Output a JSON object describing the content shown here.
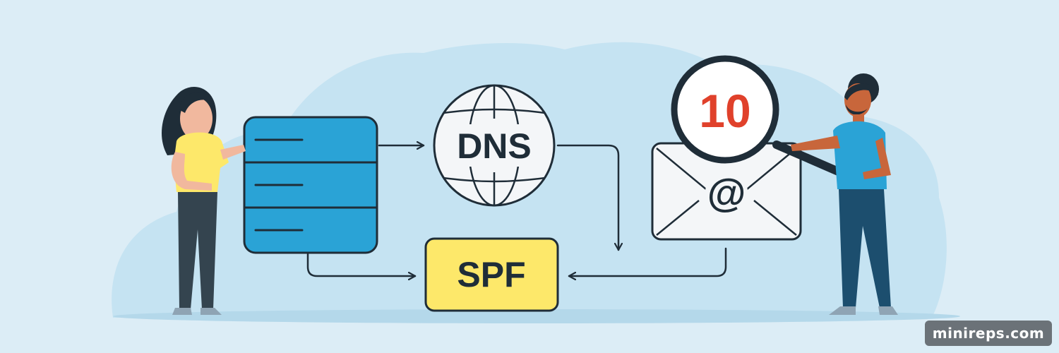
{
  "diagram": {
    "nodes": {
      "dns": {
        "label": "DNS"
      },
      "spf": {
        "label": "SPF"
      },
      "magnifier": {
        "label": "10"
      },
      "envelope": {
        "label": "@"
      }
    }
  },
  "colors": {
    "background": "#dcedf6",
    "cloud": "#c5e3f2",
    "server": "#2aa3d6",
    "spf_box": "#fde86a",
    "outline": "#1f2d38",
    "number": "#e0412b"
  },
  "watermark": "minireps.com"
}
